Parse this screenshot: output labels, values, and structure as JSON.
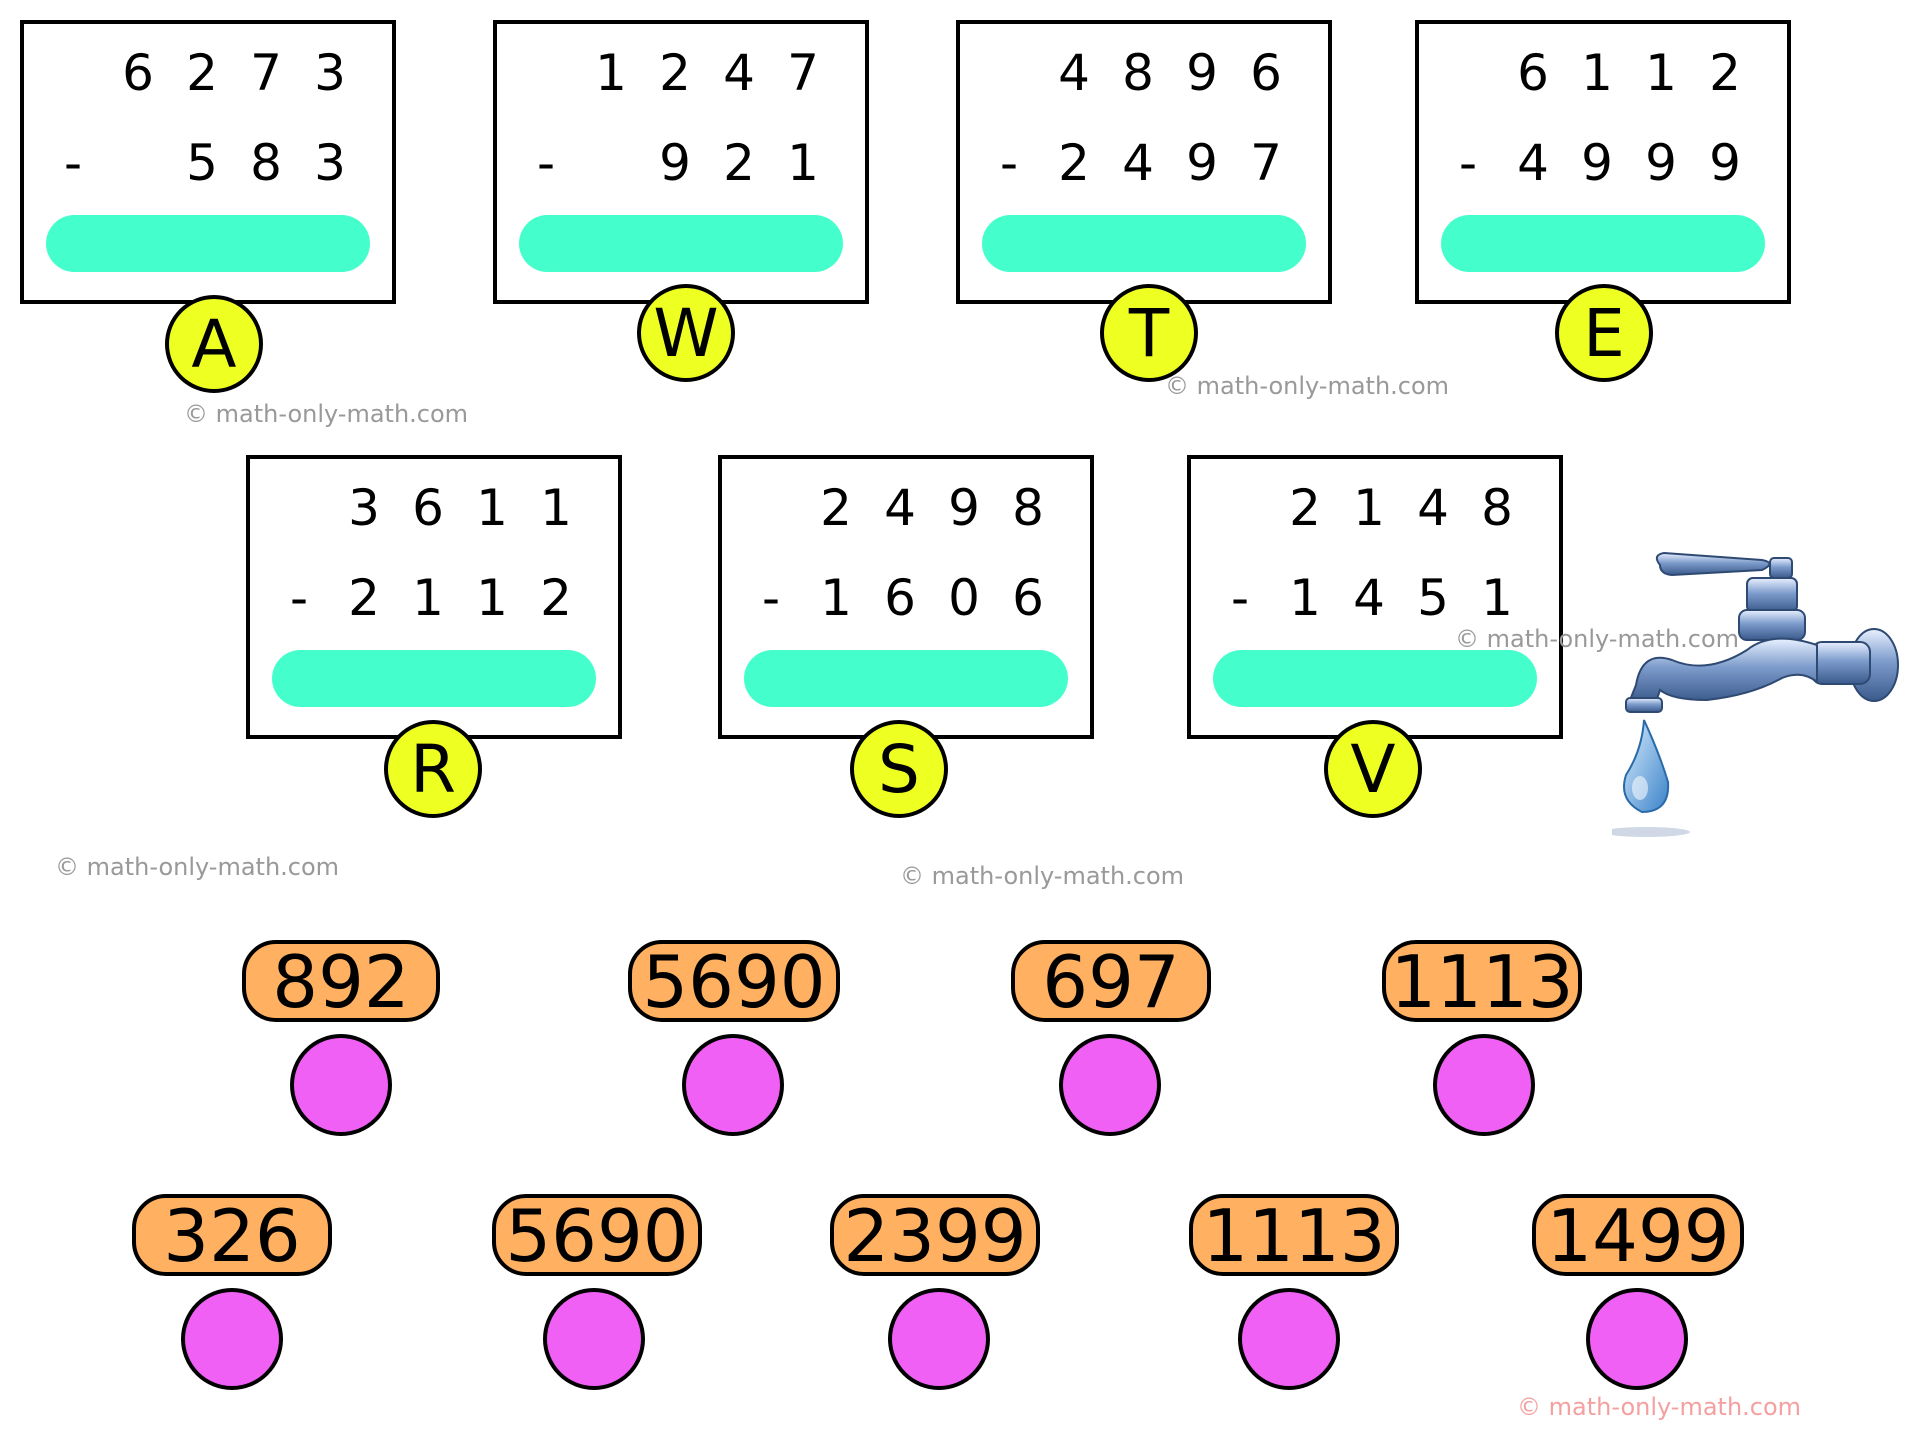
{
  "problems": [
    {
      "letter": "A",
      "top": [
        "6",
        "2",
        "7",
        "3"
      ],
      "bottom": [
        "",
        "5",
        "8",
        "3"
      ]
    },
    {
      "letter": "W",
      "top": [
        "1",
        "2",
        "4",
        "7"
      ],
      "bottom": [
        "",
        "9",
        "2",
        "1"
      ]
    },
    {
      "letter": "T",
      "top": [
        "4",
        "8",
        "9",
        "6"
      ],
      "bottom": [
        "2",
        "4",
        "9",
        "7"
      ]
    },
    {
      "letter": "E",
      "top": [
        "6",
        "1",
        "1",
        "2"
      ],
      "bottom": [
        "4",
        "9",
        "9",
        "9"
      ]
    },
    {
      "letter": "R",
      "top": [
        "3",
        "6",
        "1",
        "1"
      ],
      "bottom": [
        "2",
        "1",
        "1",
        "2"
      ]
    },
    {
      "letter": "S",
      "top": [
        "2",
        "4",
        "9",
        "8"
      ],
      "bottom": [
        "1",
        "6",
        "0",
        "6"
      ]
    },
    {
      "letter": "V",
      "top": [
        "2",
        "1",
        "4",
        "8"
      ],
      "bottom": [
        "1",
        "4",
        "5",
        "1"
      ]
    }
  ],
  "minus_sign": "-",
  "answers_row1": [
    "892",
    "5690",
    "697",
    "1113"
  ],
  "answers_row2": [
    "326",
    "5690",
    "2399",
    "1113",
    "1499"
  ],
  "watermark": "© math-only-math.com",
  "colors": {
    "answer_bar": "#44ffcc",
    "letter_circle": "#eeff22",
    "answer_pill": "#ffb060",
    "answer_dot": "#f060f5"
  },
  "icons": {
    "tap": "water-tap-icon"
  }
}
